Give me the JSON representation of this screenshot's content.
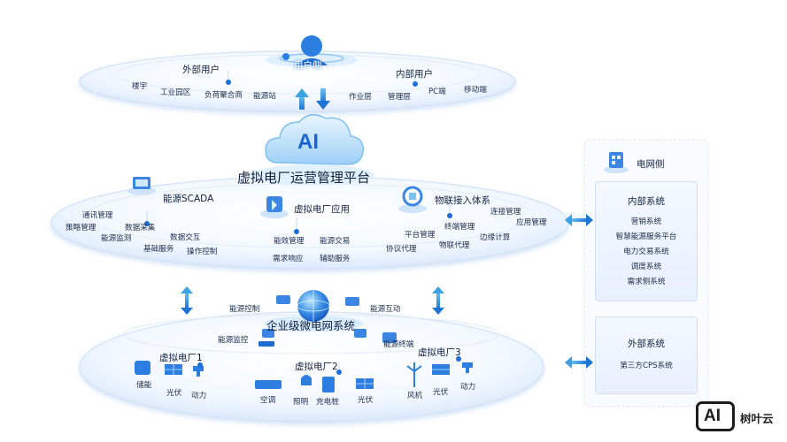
{
  "user_layer": {
    "title": "用户侧",
    "external": {
      "title": "外部用户",
      "items": [
        "楼宇",
        "工业园区",
        "负荷聚合商",
        "能源站"
      ]
    },
    "internal": {
      "title": "内部用户",
      "items": [
        "作业层",
        "管理层",
        "PC端",
        "移动端"
      ]
    }
  },
  "platform": {
    "logo": "AI",
    "title": "虚拟电厂运营管理平台",
    "scada": {
      "title": "能源SCADA",
      "items": [
        "通讯管理",
        "策略管理",
        "数据采集",
        "能源监测",
        "数据交互",
        "基础服务",
        "操作控制"
      ]
    },
    "vpp_app": {
      "title": "虚拟电厂应用",
      "items": [
        "能效管理",
        "能源交易",
        "需求响应",
        "辅助服务"
      ]
    },
    "iot": {
      "title": "物联接入体系",
      "items": [
        "连接管理",
        "应用管理",
        "终端管理",
        "边缘计算",
        "平台管理",
        "协议代理",
        "物联代理"
      ]
    }
  },
  "microgrid": {
    "title": "企业级微电网系统",
    "labels": [
      "能源控制",
      "能源互动",
      "能源监控",
      "能源终端"
    ],
    "plants": [
      {
        "title": "虚拟电厂1",
        "items": [
          "储能",
          "光伏",
          "动力"
        ]
      },
      {
        "title": "虚拟电厂2",
        "items": [
          "空调",
          "照明",
          "充电桩",
          "光伏"
        ]
      },
      {
        "title": "虚拟电厂3",
        "items": [
          "风机",
          "光伏",
          "动力"
        ]
      }
    ]
  },
  "grid_side": {
    "title": "电网侧",
    "internal": {
      "title": "内部系统",
      "items": [
        "营销系统",
        "智慧能源服务平台",
        "电力交易系统",
        "调度系统",
        "需求侧系统"
      ]
    },
    "external": {
      "title": "外部系统",
      "items": [
        "第三方CPS系统"
      ]
    }
  },
  "watermark": {
    "logo": "AI",
    "text": "树叶云"
  },
  "colors": {
    "primary": "#1f6ed8",
    "arrow": "#2a8bd8",
    "ring": "#dbe9fb"
  }
}
